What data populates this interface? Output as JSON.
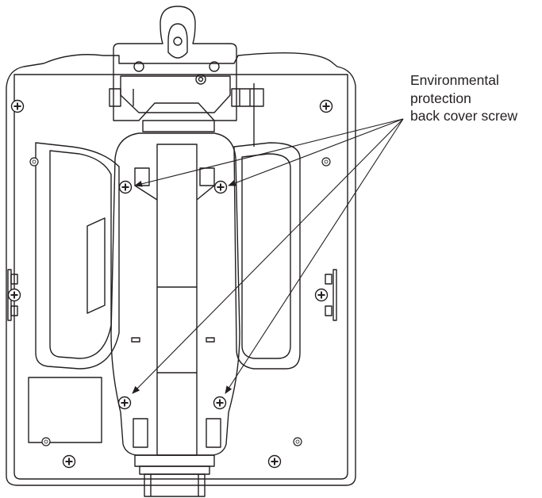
{
  "callout": {
    "lines": [
      "Environmental",
      "protection",
      "back cover screw"
    ]
  },
  "colors": {
    "stroke": "#231f20",
    "background": "#ffffff"
  },
  "icons": {
    "screw": "screw-icon",
    "arrow": "arrowhead-icon"
  }
}
